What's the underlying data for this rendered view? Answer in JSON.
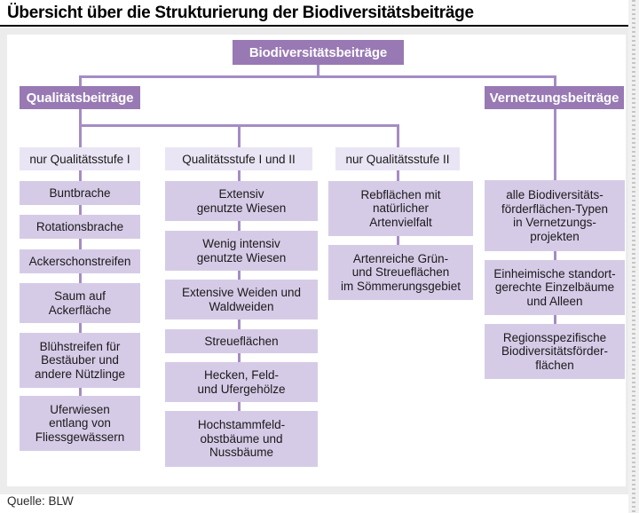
{
  "title": "Übersicht über die Strukturierung der Biodiversitätsbeiträge",
  "source": "Quelle: BLW",
  "colors": {
    "header_bg": "#9879b4",
    "header_text": "#ffffff",
    "subheader_bg": "#eae5f4",
    "item_bg": "#d6cbe7",
    "connector": "#a58cc4",
    "figure_bg": "#ececec",
    "text": "#1a1a1a"
  },
  "diagram": {
    "root": "Biodiversitätsbeiträge",
    "branch_quality": "Qualitätsbeiträge",
    "branch_network": "Vernetzungsbeiträge",
    "columns": [
      {
        "header": "nur Qualitätsstufe I",
        "items": [
          "Buntbrache",
          "Rotationsbrache",
          "Ackerschonstreifen",
          "Saum auf\nAckerfläche",
          "Blühstreifen für\nBestäuber und\nandere Nützlinge",
          "Uferwiesen\nentlang von\nFliessgewässern"
        ]
      },
      {
        "header": "Qualitätsstufe I und II",
        "items": [
          "Extensiv\ngenutzte Wiesen",
          "Wenig intensiv\ngenutzte Wiesen",
          "Extensive Weiden und\nWaldweiden",
          "Streueflächen",
          "Hecken, Feld-\nund Ufergehölze",
          "Hochstammfeld-\nobstbäume und\nNussbäume"
        ]
      },
      {
        "header": "nur Qualitätsstufe II",
        "items": [
          "Rebflächen mit\nnatürlicher\nArtenvielfalt",
          "Artenreiche Grün-\nund Streueflächen\nim Sömmerungsgebiet"
        ]
      }
    ],
    "network_items": [
      "alle Biodiversitäts-\nförderflächen-Typen\nin Vernetzungs-\nprojekten",
      "Einheimische standort-\ngerechte Einzelbäume\nund Alleen",
      "Regionsspezifische\nBiodiversitätsförder-\nflächen"
    ]
  }
}
